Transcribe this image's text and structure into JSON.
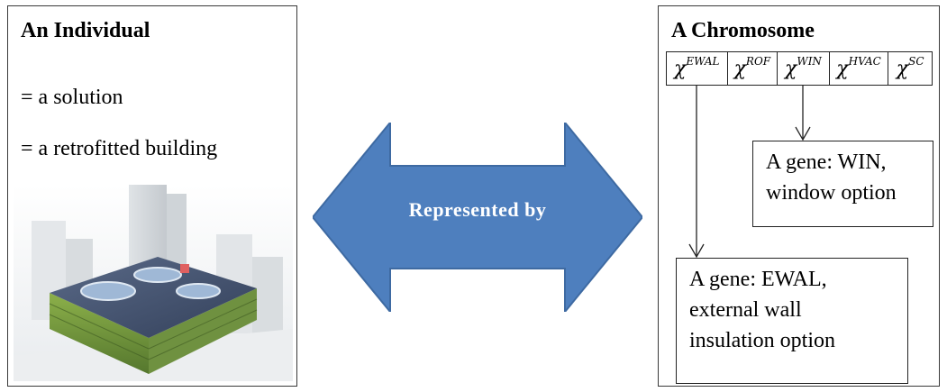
{
  "individual": {
    "title": "An Individual",
    "line1": "= a solution",
    "line2": "= a retrofitted building"
  },
  "arrow": {
    "label": "Represented by",
    "color": "#4e7fbe"
  },
  "chromosome": {
    "title": "A Chromosome",
    "genes": [
      {
        "symbol": "χ",
        "sup": "EWAL"
      },
      {
        "symbol": "χ",
        "sup": "ROF"
      },
      {
        "symbol": "χ",
        "sup": "WIN"
      },
      {
        "symbol": "χ",
        "sup": "HVAC"
      },
      {
        "symbol": "χ",
        "sup": "SC"
      }
    ]
  },
  "gene_win": {
    "line1": "A gene: WIN,",
    "line2": "window option"
  },
  "gene_ewal": {
    "line1": "A gene: EWAL,",
    "line2": "external wall",
    "line3": "insulation option"
  }
}
